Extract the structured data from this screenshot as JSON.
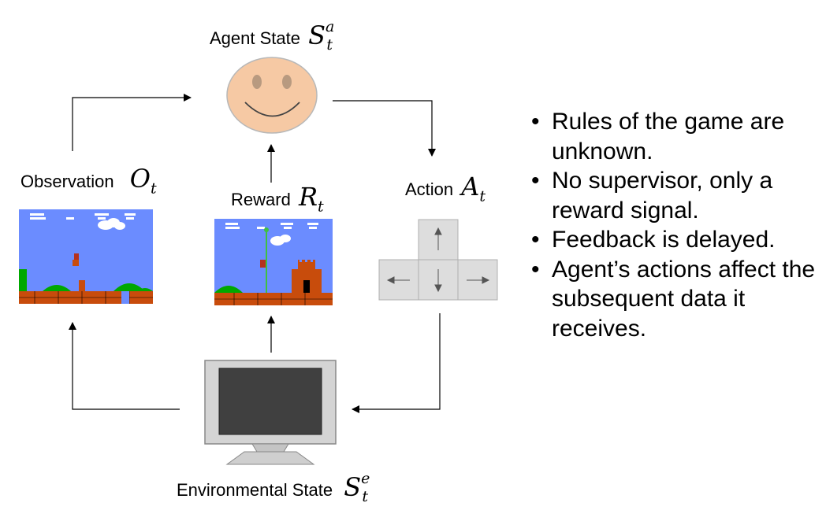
{
  "agent_state": {
    "label": "Agent State",
    "symbol": "S",
    "sub": "t",
    "sup": "a"
  },
  "observation": {
    "label": "Observation",
    "symbol": "O",
    "sub": "t"
  },
  "reward": {
    "label": "Reward",
    "symbol": "R",
    "sub": "t"
  },
  "action": {
    "label": "Action",
    "symbol": "A",
    "sub": "t"
  },
  "environment": {
    "label": "Environmental State",
    "symbol": "S",
    "sub": "t",
    "sup": "e"
  },
  "bullets": [
    "Rules of the game are unknown.",
    "No supervisor, only a reward signal.",
    "Feedback is delayed.",
    "Agent’s actions affect the subsequent data it receives."
  ],
  "colors": {
    "face": "#f6c9a4",
    "sky": "#6b8cff",
    "ground": "#c84c0c",
    "monitor": "#cfcfcf",
    "screen": "#404040",
    "keys": "#dddddd"
  }
}
